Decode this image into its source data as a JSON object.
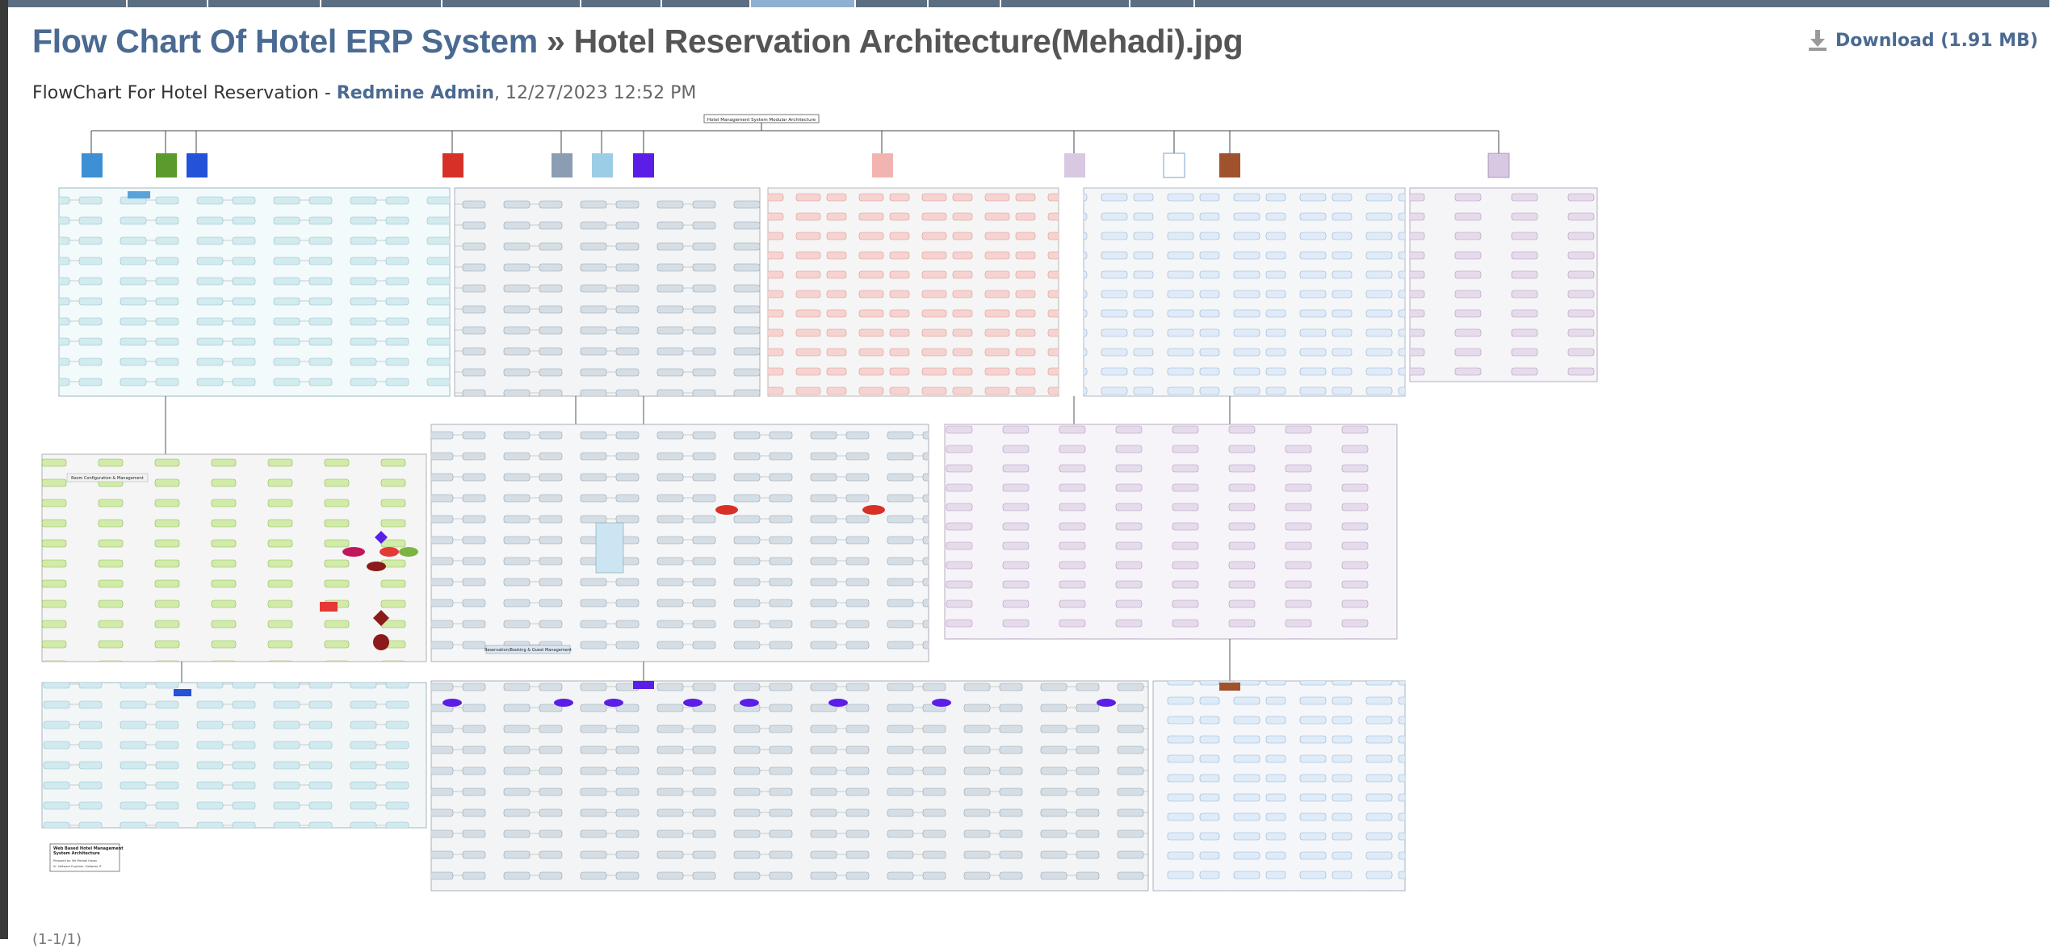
{
  "header": {
    "project_link": "Flow Chart Of Hotel ERP System",
    "separator": "»",
    "file_name": "Hotel Reservation Architecture(Mehadi).jpg",
    "download_label": "Download (1.91 MB)"
  },
  "meta": {
    "description": "FlowChart For Hotel Reservation",
    "dash": " - ",
    "author": "Redmine Admin",
    "timestamp": ", 12/27/2023 12:52 PM"
  },
  "image": {
    "diagram_title": "Hotel Management System Modular Architecture",
    "section_labels": {
      "room": "Room Configuration & Management",
      "reservation": "Reservation/Booking & Guest Management"
    },
    "legend": {
      "title_line1": "Web Based Hotel Management",
      "title_line2": "System Architecture",
      "credit1": "Prepared by: Md Mehadi Hasan",
      "credit2": "Sr. Software Engineer, Dataplex IT"
    }
  },
  "colors": {
    "link": "#4a6a92",
    "nav_strip": "#5b6e82",
    "active_tab": "#8fb0d2"
  },
  "pager": "(1-1/1)"
}
